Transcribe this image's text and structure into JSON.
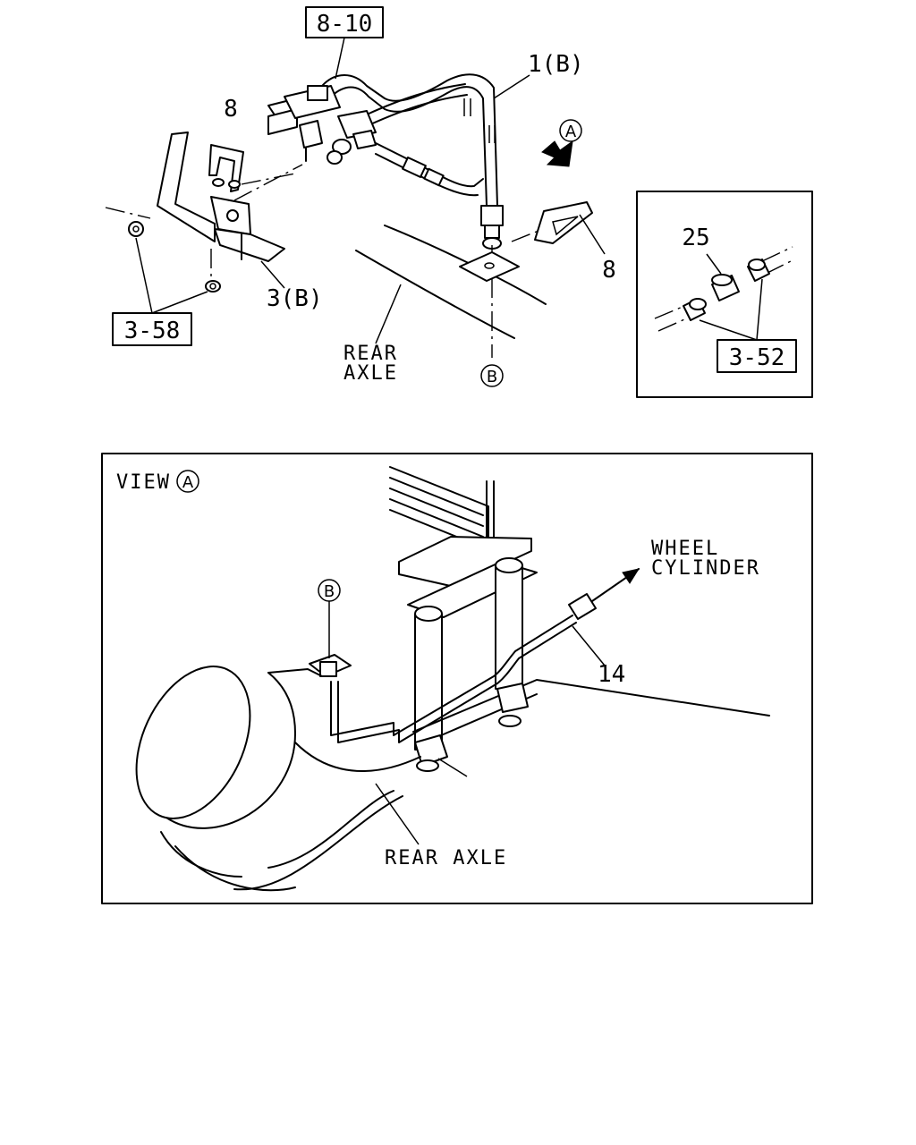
{
  "top_diagram": {
    "ref_8_10": "8-10",
    "ref_3_58": "3-58",
    "ref_3_52": "3-52",
    "part_1b": "1(B)",
    "part_3b": "3(B)",
    "part_8_upper": "8",
    "part_8_right": "8",
    "part_25": "25",
    "view_marker_a": "A",
    "marker_b": "B",
    "rear_axle_line1": "REAR",
    "rear_axle_line2": "AXLE"
  },
  "view_a": {
    "title": "VIEW",
    "title_marker": "A",
    "marker_b": "B",
    "wheel_cylinder_line1": "WHEEL",
    "wheel_cylinder_line2": "CYLINDER",
    "part_14": "14",
    "rear_axle": "REAR AXLE"
  }
}
